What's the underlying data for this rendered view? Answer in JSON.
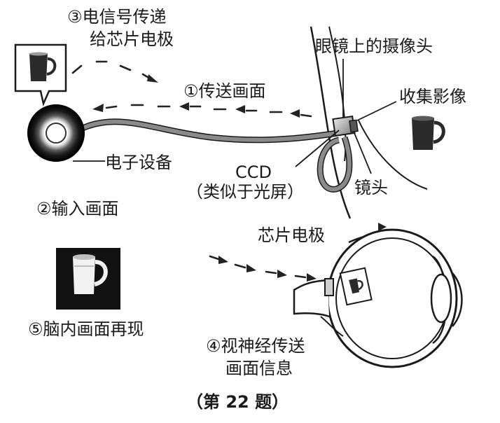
{
  "labels": {
    "step3_line1": "③电信号传递",
    "step3_line2": "给芯片电极",
    "camera": "眼镜上的摄像头",
    "step1": "①传送画面",
    "collect": "收集影像",
    "device": "电子设备",
    "ccd_line1": "CCD",
    "ccd_line2": "（类似于光屏）",
    "lens": "镜头",
    "step2": "②输入画面",
    "chip": "芯片电极",
    "step5": "⑤脑内画面再现",
    "step4_line1": "④视神经传送",
    "step4_line2": "画面信息",
    "caption": "（第 22 题）"
  },
  "colors": {
    "ink": "#1a1a1a",
    "cable": "#8a8a8a",
    "cup_dark": "#2a2a2a"
  },
  "icons": [
    "cup-icon",
    "cup-icon-inverted",
    "camera-icon",
    "eye-icon",
    "device-ring-icon"
  ]
}
